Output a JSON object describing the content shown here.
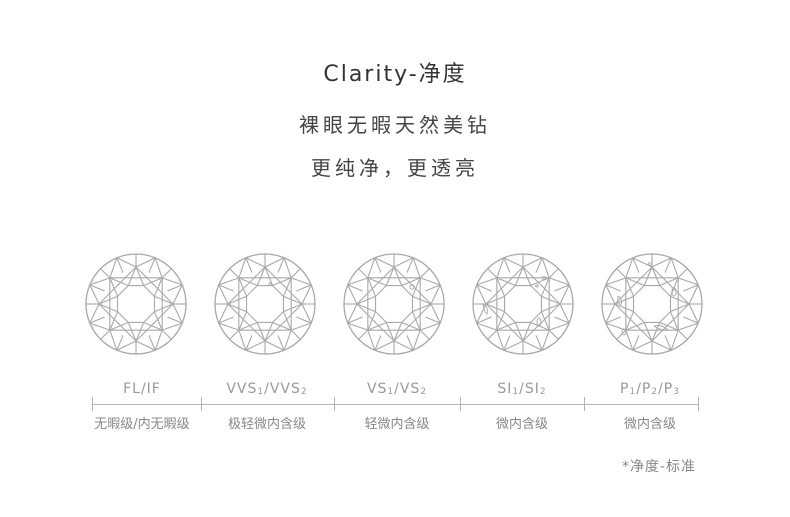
{
  "header": {
    "title": "Clarity-净度",
    "subtitle_1": "裸眼无暇天然美钻",
    "subtitle_2": "更纯净，更透亮"
  },
  "grades": [
    {
      "code": "FL/IF",
      "description": "无暇级/内无暇级"
    },
    {
      "code_parts": [
        "VVS",
        "1",
        "/VVS",
        "2"
      ],
      "description": "极轻微内含级"
    },
    {
      "code_parts": [
        "VS",
        "1",
        "/VS",
        "2"
      ],
      "description": "轻微内含级"
    },
    {
      "code_parts": [
        "SI",
        "1",
        "/SI",
        "2"
      ],
      "description": "微内含级"
    },
    {
      "code_parts": [
        "P",
        "1",
        "/P",
        "2",
        "/P",
        "3"
      ],
      "description": "微内含级"
    }
  ],
  "footnote": "*净度-标准",
  "colors": {
    "line": "#b5b5b5",
    "diamond_stroke": "#a8a8a8",
    "text": "#333333"
  }
}
